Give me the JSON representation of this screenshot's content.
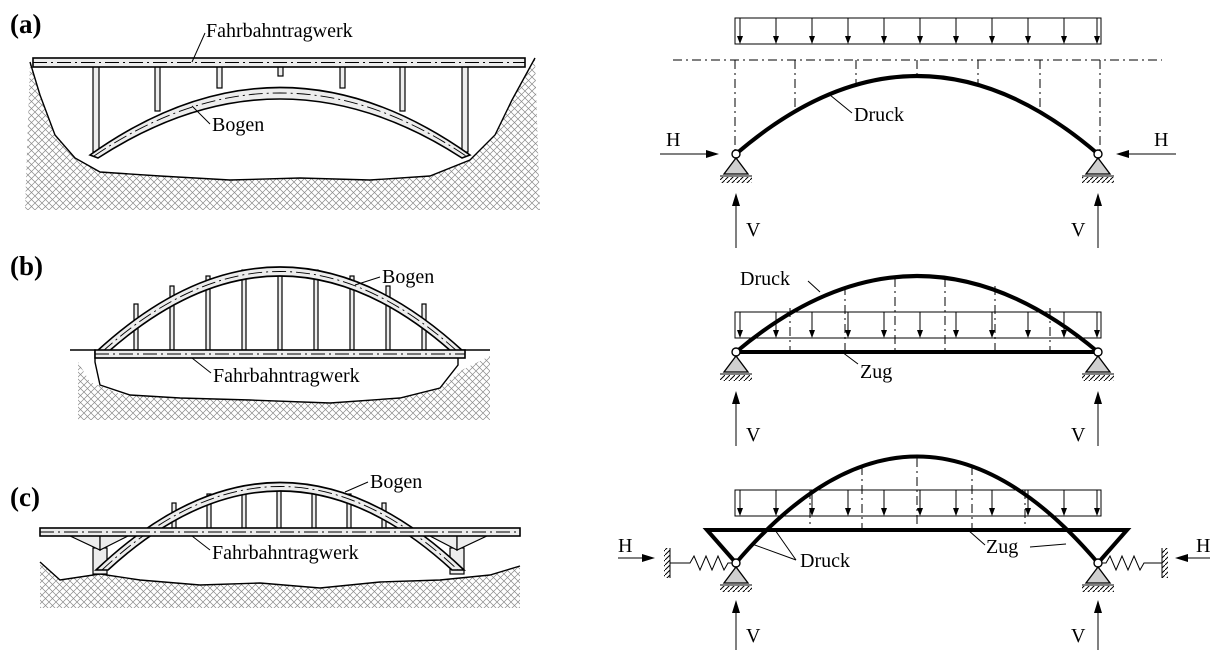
{
  "panels": [
    {
      "letter": "(a)",
      "deck_label": "Fahrbahntragwerk",
      "arch_label": "Bogen",
      "force_label_arch": "Druck",
      "horizontal_force": "H",
      "vertical_force": "V"
    },
    {
      "letter": "(b)",
      "deck_label": "Fahrbahntragwerk",
      "arch_label": "Bogen",
      "force_label_arch": "Druck",
      "force_label_tie": "Zug",
      "vertical_force": "V"
    },
    {
      "letter": "(c)",
      "deck_label": "Fahrbahntragwerk",
      "arch_label": "Bogen",
      "force_label_arch": "Druck",
      "force_label_tie": "Zug",
      "horizontal_force": "H",
      "vertical_force": "V"
    }
  ]
}
